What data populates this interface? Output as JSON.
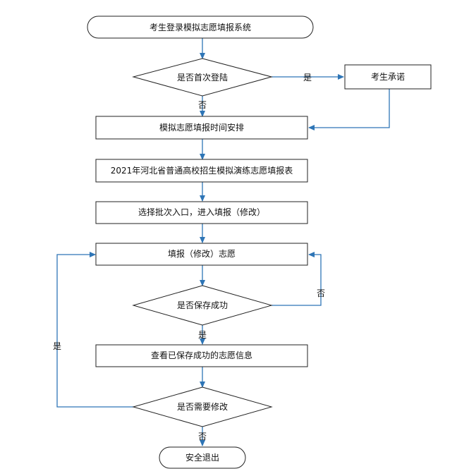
{
  "colors": {
    "connector": "#2e75b6",
    "stroke": "#222222",
    "text": "#111111"
  },
  "nodes": {
    "start": "考生登录模拟志愿填报系统",
    "first_login_q": "是否首次登陆",
    "promise": "考生承诺",
    "schedule": "模拟志愿填报时间安排",
    "form_table": "2021年河北省普通高校招生模拟演练志愿填报表",
    "select_batch": "选择批次入口，进入填报（修改）",
    "fill_in": "填报（修改）志愿",
    "save_ok_q": "是否保存成功",
    "view_saved": "查看已保存成功的志愿信息",
    "need_modify_q": "是否需要修改",
    "exit": "安全退出"
  },
  "edge_labels": {
    "first_login_yes": "是",
    "first_login_no": "否",
    "save_fail_no": "否",
    "save_ok_yes": "是",
    "modify_yes": "是",
    "modify_no": "否"
  }
}
